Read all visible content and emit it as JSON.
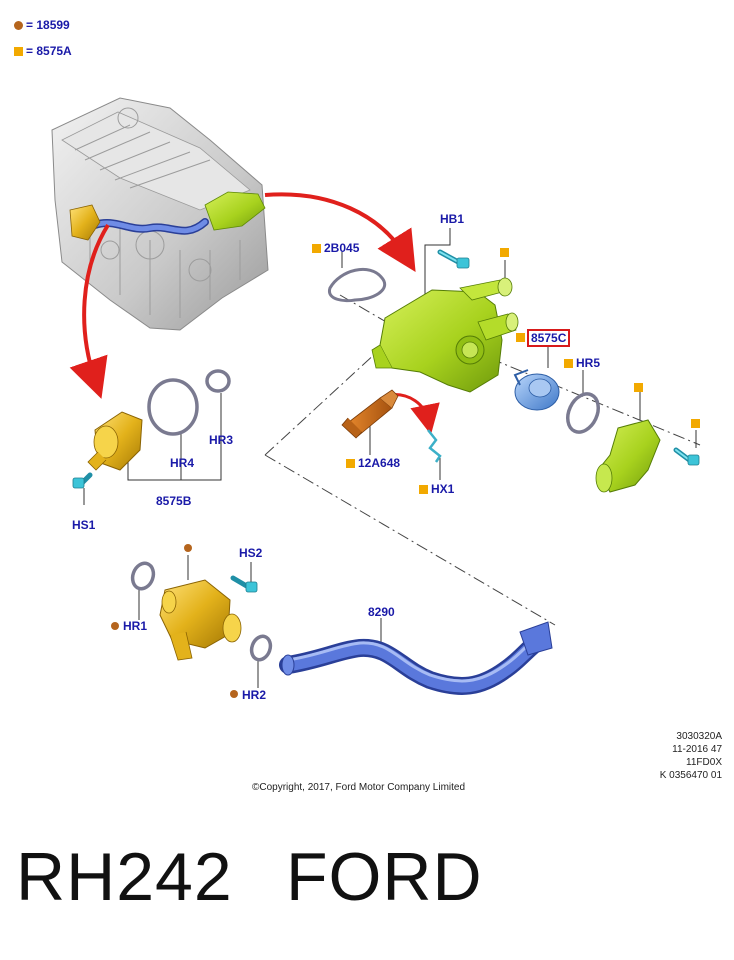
{
  "legend": {
    "circle_code": "18599",
    "square_code": "8575A",
    "equals": "="
  },
  "colors": {
    "circle_marker": "#b5651d",
    "square_marker": "#f2a900",
    "label_text": "#1a1aa8",
    "highlight_border": "#d81a1a",
    "arrow": "#e0201c",
    "housing_green": "#a8d21e",
    "hose_blue": "#4f6fd6",
    "thermostat_blue": "#6a9ee0",
    "brass_yellow": "#e3b21b",
    "sensor_orange": "#c96a1c",
    "bolt_cyan": "#3cc4d8"
  },
  "labels": {
    "hb1": "HB1",
    "p2b045": "2B045",
    "p8575c": "8575C",
    "hr5": "HR5",
    "p12a648": "12A648",
    "hx1": "HX1",
    "hr3": "HR3",
    "hr4": "HR4",
    "p8575b": "8575B",
    "hs1": "HS1",
    "hs2": "HS2",
    "hr1": "HR1",
    "hr2": "HR2",
    "p8290": "8290"
  },
  "reference": {
    "line1": "3030320A",
    "line2": "11-2016 47",
    "line3": "11FD0X",
    "line4": "K 0356470 01"
  },
  "copyright": "©Copyright, 2017, Ford Motor Company Limited",
  "footer": {
    "code": "RH242",
    "brand": "FORD"
  }
}
